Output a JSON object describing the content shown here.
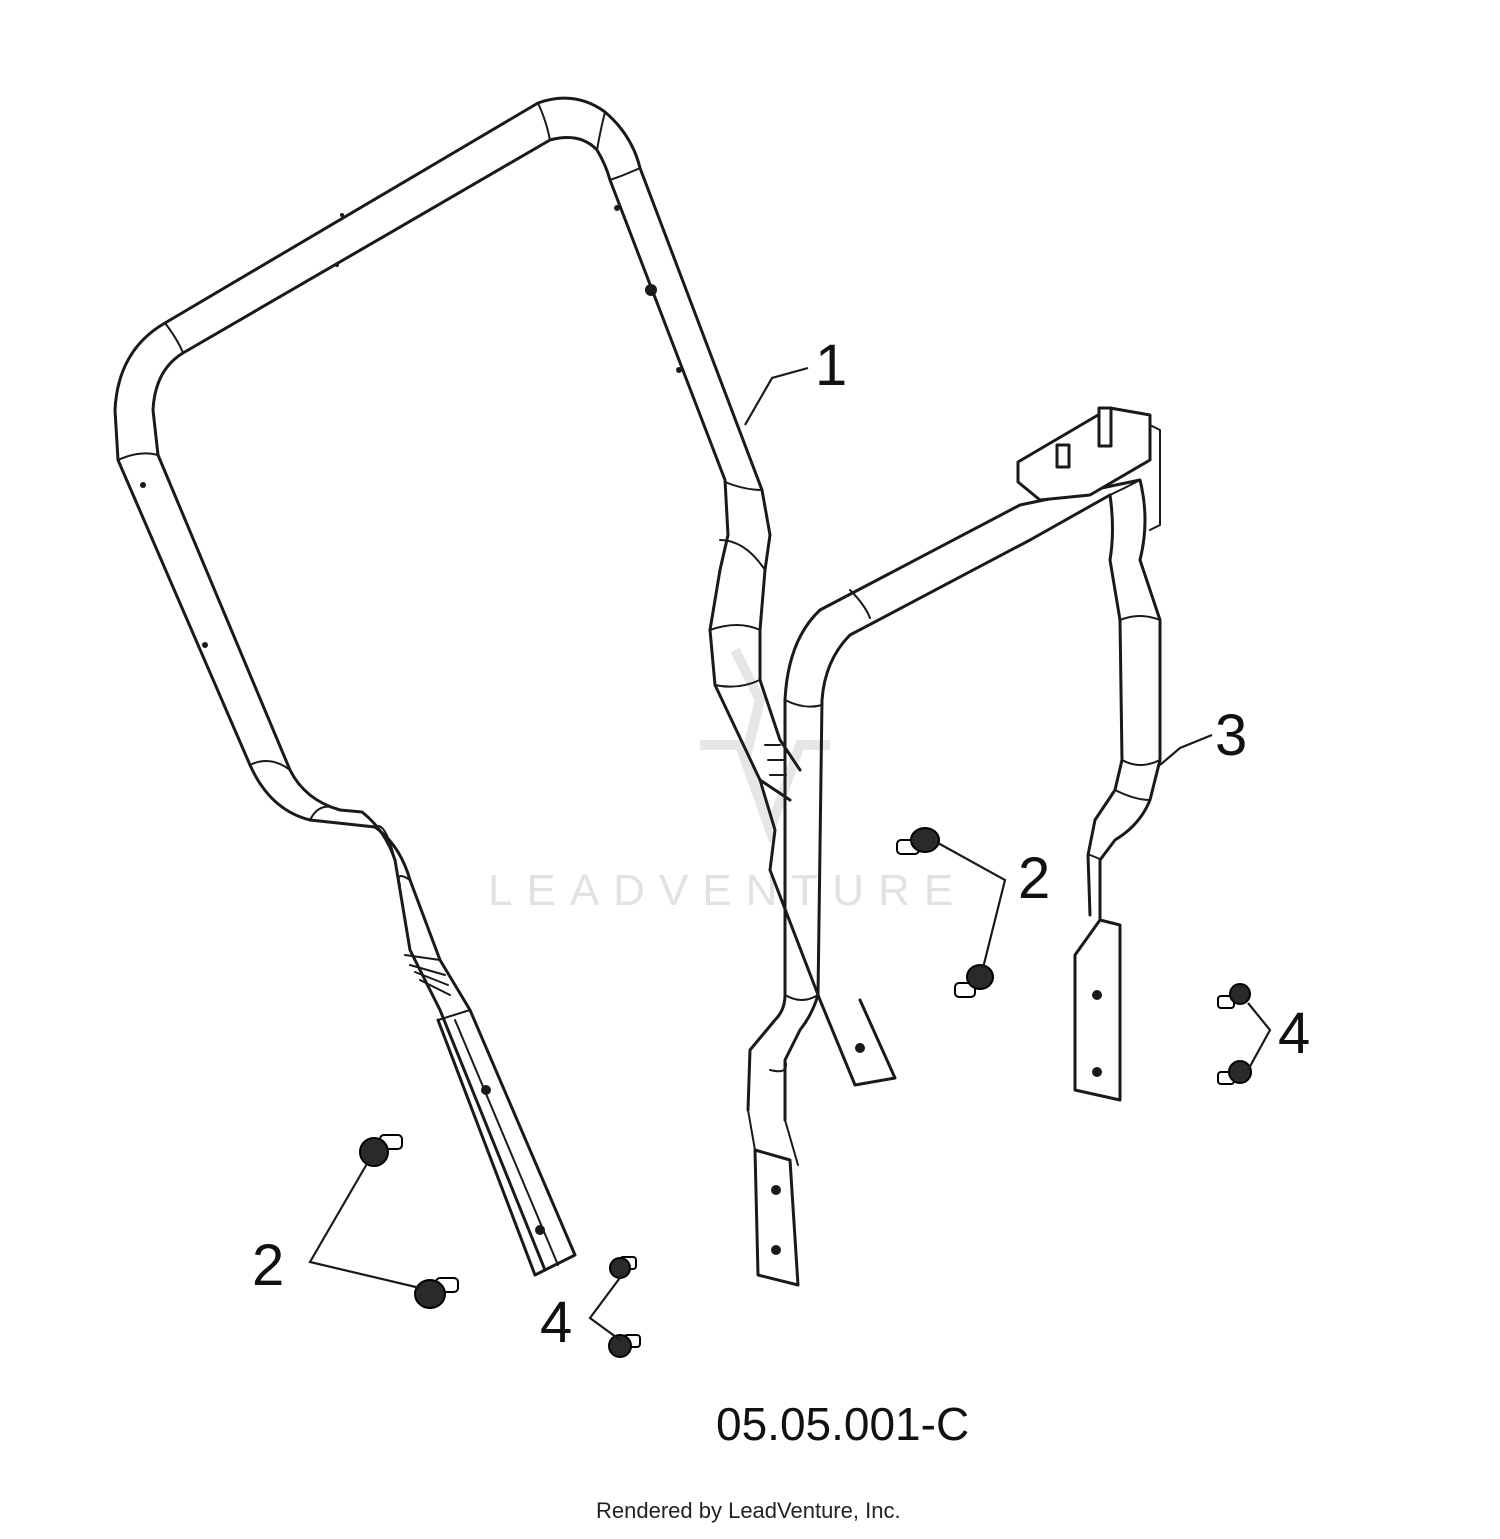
{
  "diagram": {
    "callouts": {
      "part1": "1",
      "part3": "3",
      "part2_right": "2",
      "part2_left": "2",
      "part4_right": "4",
      "part4_left": "4"
    },
    "watermark": "LEADVENTURE",
    "figure_code": "05.05.001-C",
    "credit": "Rendered by LeadVenture, Inc."
  }
}
